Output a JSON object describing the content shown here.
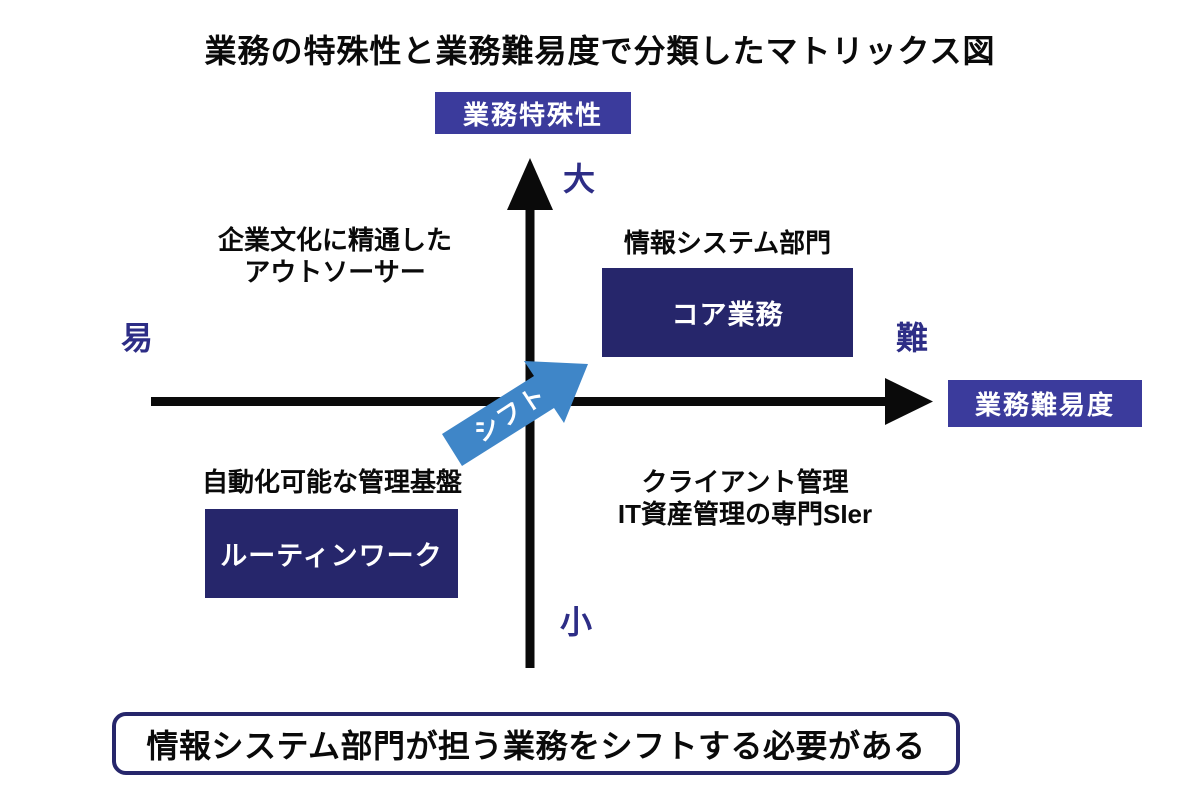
{
  "title": "業務の特殊性と業務難易度で分類したマトリックス図",
  "axes": {
    "vertical": {
      "label": "業務特殊性",
      "max_label": "大",
      "min_label": "小"
    },
    "horizontal": {
      "label": "業務難易度",
      "min_label": "易",
      "max_label": "難"
    }
  },
  "quadrants": {
    "top_left": {
      "line1": "企業文化に精通した",
      "line2": "アウトソーサー"
    },
    "top_right": {
      "caption": "情報システム部門",
      "box_label": "コア業務"
    },
    "bottom_left": {
      "caption": "自動化可能な管理基盤",
      "box_label": "ルーティンワーク"
    },
    "bottom_right": {
      "line1": "クライアント管理",
      "line2": "IT資産管理の専門SIer"
    }
  },
  "shift_arrow": {
    "label": "シフト"
  },
  "conclusion": "情報システム部門が担う業務をシフトする必要がある",
  "colors": {
    "axis_chip_bg": "#3b3b9c",
    "quadrant_box_bg": "#26266b",
    "end_label_text": "#2d2d86",
    "shift_arrow_blue": "#3f86c8",
    "axis_black": "#0a0a0a",
    "conclusion_border": "#26266b"
  }
}
